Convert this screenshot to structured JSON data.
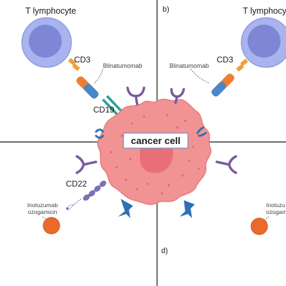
{
  "labels": {
    "t_lymphocyte": "T lymphocyte",
    "t_lymphocyte_right": "T lymphocyt",
    "panel_b": "b)",
    "panel_d": "d)",
    "cd3_left": "CD3",
    "cd3_right": "CD3",
    "blinatumomab_left": "Blinatumomab",
    "blinatumomab_right": "Blinatumomab",
    "cd19": "CD19",
    "cd22": "CD22",
    "cancer_cell": "cancer cell",
    "inotuzumab_left_line1": "Inotuzumab",
    "inotuzumab_left_line2": "ozogamicin",
    "inotuzumab_right_line1": "Inotuzu",
    "inotuzumab_right_line2": "ozogam"
  },
  "colors": {
    "t_cell_outer": "#a9b4ee",
    "t_cell_inner": "#7e86d6",
    "cancer_cell_fill": "#f29393",
    "cancer_cell_nucleus": "#e86f7a",
    "cd3_orange": "#f0a134",
    "blinatumomab_orange": "#ef7d30",
    "blinatumomab_blue": "#4a86c8",
    "cd19_teal": "#2a9d91",
    "receptor_purple": "#7a5a9e",
    "receptor_blue": "#2f6fb5",
    "inotuzumab_orange": "#ea6a2c"
  }
}
